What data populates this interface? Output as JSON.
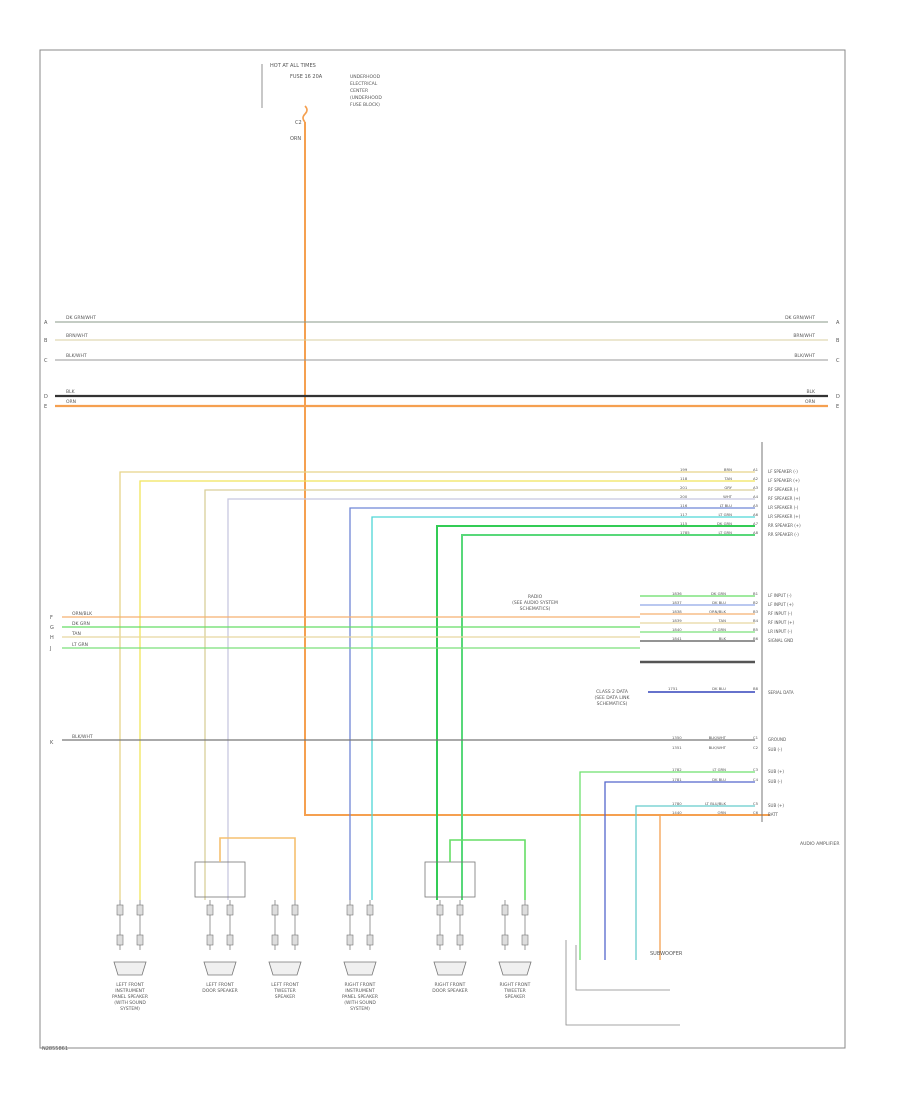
{
  "figure_id": "N2855861",
  "fuse_block": {
    "title": "HOT AT ALL TIMES",
    "fuse": "FUSE 16 20A",
    "pin": "C2",
    "wire": "ORN",
    "location": [
      "UNDERHOOD",
      "ELECTRICAL",
      "CENTER",
      "(UNDERHOOD",
      "FUSE BLOCK)"
    ]
  },
  "bus_wires": [
    {
      "label": "DK GRN/WHT",
      "color": "#8a9a8a",
      "pin": "A"
    },
    {
      "label": "BRN/WHT",
      "color": "#d9cfa0",
      "pin": "B"
    },
    {
      "label": "BLK/WHT",
      "color": "#9a9a9a",
      "pin": "C"
    },
    {
      "label": "BLK",
      "color": "#333333",
      "pin": "D"
    },
    {
      "label": "ORN",
      "color": "#f5a050",
      "pin": "E"
    }
  ],
  "amp_connector": {
    "name": "AUDIO AMPLIFIER",
    "pins_upper": [
      {
        "pin": "A1",
        "wire_no": "199",
        "color_label": "BRN",
        "func": "LF SPEAKER (-)"
      },
      {
        "pin": "A2",
        "wire_no": "118",
        "color_label": "TAN",
        "func": "LF SPEAKER (+)"
      },
      {
        "pin": "A3",
        "wire_no": "201",
        "color_label": "GRY",
        "func": "RF SPEAKER (-)"
      },
      {
        "pin": "A4",
        "wire_no": "200",
        "color_label": "WHT",
        "func": "RF SPEAKER (+)"
      },
      {
        "pin": "A5",
        "wire_no": "116",
        "color_label": "LT BLU",
        "func": "LR SPEAKER (-)"
      },
      {
        "pin": "A6",
        "wire_no": "117",
        "color_label": "LT GRN",
        "func": "LR SPEAKER (+)"
      },
      {
        "pin": "A7",
        "wire_no": "115",
        "color_label": "DK GRN",
        "func": "RR SPEAKER (+)"
      },
      {
        "pin": "A8",
        "wire_no": "1785",
        "color_label": "LT GRN",
        "func": "RR SPEAKER (-)"
      }
    ],
    "pins_middle": [
      {
        "pin": "B1",
        "wire_no": "1836",
        "color_label": "DK GRN",
        "func": "LF INPUT (-)"
      },
      {
        "pin": "B2",
        "wire_no": "1837",
        "color_label": "DK BLU",
        "func": "LF INPUT (+)"
      },
      {
        "pin": "B3",
        "wire_no": "1838",
        "color_label": "ORN/BLK",
        "func": "RF INPUT (-)"
      },
      {
        "pin": "B4",
        "wire_no": "1839",
        "color_label": "TAN",
        "func": "RF INPUT (+)"
      },
      {
        "pin": "B5",
        "wire_no": "1840",
        "color_label": "LT GRN",
        "func": "LR INPUT (-)"
      },
      {
        "pin": "B6",
        "wire_no": "1841",
        "color_label": "BLK",
        "func": "SIGNAL GND"
      }
    ],
    "pin_signal": {
      "pin": "B8",
      "wire_no": "1751",
      "color_label": "DK BLU",
      "func": "SERIAL DATA"
    },
    "pins_lower": [
      {
        "pin": "C1",
        "wire_no": "1350",
        "color_label": "BLK/WHT",
        "func": "GROUND"
      },
      {
        "pin": "C2",
        "wire_no": "1351",
        "color_label": "BLK/WHT",
        "func": "SUB (-)"
      },
      {
        "pin": "C3",
        "wire_no": "1782",
        "color_label": "LT GRN",
        "func": "SUB (+)"
      },
      {
        "pin": "C4",
        "wire_no": "1781",
        "color_label": "DK BLU",
        "func": "SUB (-)"
      },
      {
        "pin": "C5",
        "wire_no": "1780",
        "color_label": "LT BLU/BLK",
        "func": "SUB (+)"
      },
      {
        "pin": "C6",
        "wire_no": "1440",
        "color_label": "ORN",
        "func": "BATT"
      }
    ]
  },
  "input_wires": [
    {
      "label": "ORN/BLK",
      "pin": "F"
    },
    {
      "label": "DK GRN",
      "pin": "G"
    },
    {
      "label": "TAN",
      "pin": "H"
    },
    {
      "label": "LT GRN",
      "pin": "J"
    }
  ],
  "ground_wire": {
    "label": "BLK/WHT",
    "pin": "K"
  },
  "radio_note": [
    "RADIO",
    "(SEE AUDIO SYSTEM",
    "SCHEMATICS)"
  ],
  "serial_note": [
    "CLASS 2 DATA",
    "(SEE DATA LINK",
    "SCHEMATICS)"
  ],
  "speakers": [
    {
      "label": [
        "LEFT FRONT",
        "INSTRUMENT",
        "PANEL SPEAKER",
        "(WITH SOUND",
        "SYSTEM)"
      ]
    },
    {
      "label": [
        "LEFT FRONT",
        "DOOR SPEAKER"
      ]
    },
    {
      "label": [
        "LEFT FRONT",
        "TWEETER",
        "SPEAKER"
      ]
    },
    {
      "label": [
        "RIGHT FRONT",
        "INSTRUMENT",
        "PANEL SPEAKER",
        "(WITH SOUND",
        "SYSTEM)"
      ]
    },
    {
      "label": [
        "RIGHT FRONT",
        "DOOR SPEAKER"
      ]
    },
    {
      "label": [
        "RIGHT FRONT",
        "TWEETER",
        "SPEAKER"
      ]
    }
  ],
  "subwoofer": {
    "label": "SUBWOOFER"
  }
}
